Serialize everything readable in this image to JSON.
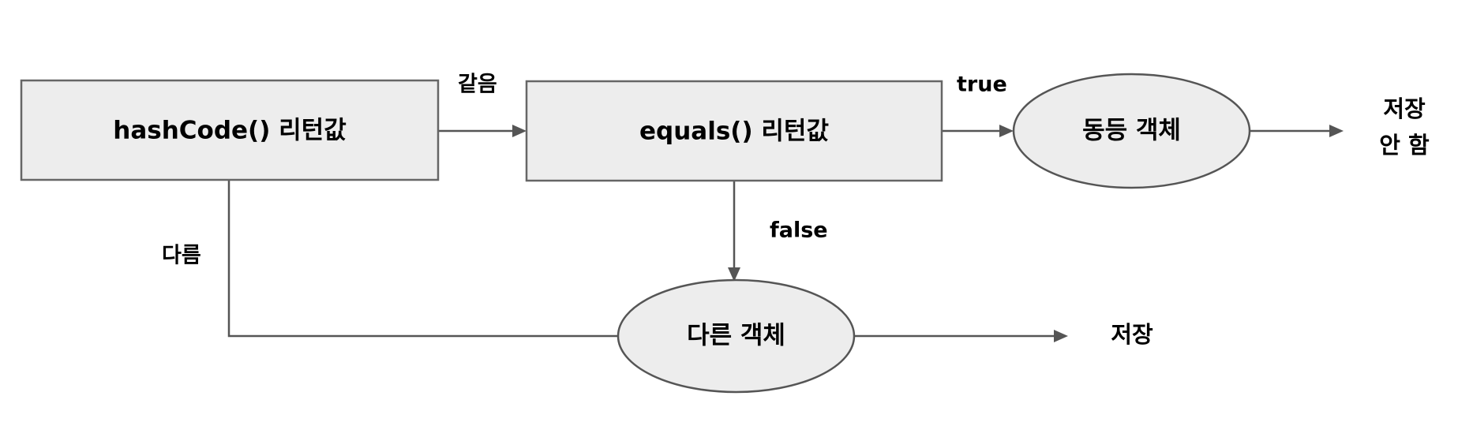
{
  "diagram": {
    "title": "hashCode() equals() object equality flowchart",
    "background_color": "#ffffff",
    "node_fill_color": "#ededed",
    "node_stroke_color": "#666666",
    "edge_color": "#555555",
    "text_color": "#000000",
    "nodes": {
      "hashcode_box": {
        "label": "hashCode() 리턴값",
        "shape": "rectangle"
      },
      "equals_box": {
        "label": "equals() 리턴값",
        "shape": "rectangle"
      },
      "equal_object_ellipse": {
        "label": "동등 객체",
        "shape": "ellipse"
      },
      "different_object_ellipse": {
        "label": "다른 객체",
        "shape": "ellipse"
      }
    },
    "edge_labels": {
      "same": "같음",
      "different": "다름",
      "true": "true",
      "false": "false"
    },
    "terminals": {
      "not_stored_line1": "저장",
      "not_stored_line2": "안 함",
      "stored": "저장"
    }
  }
}
